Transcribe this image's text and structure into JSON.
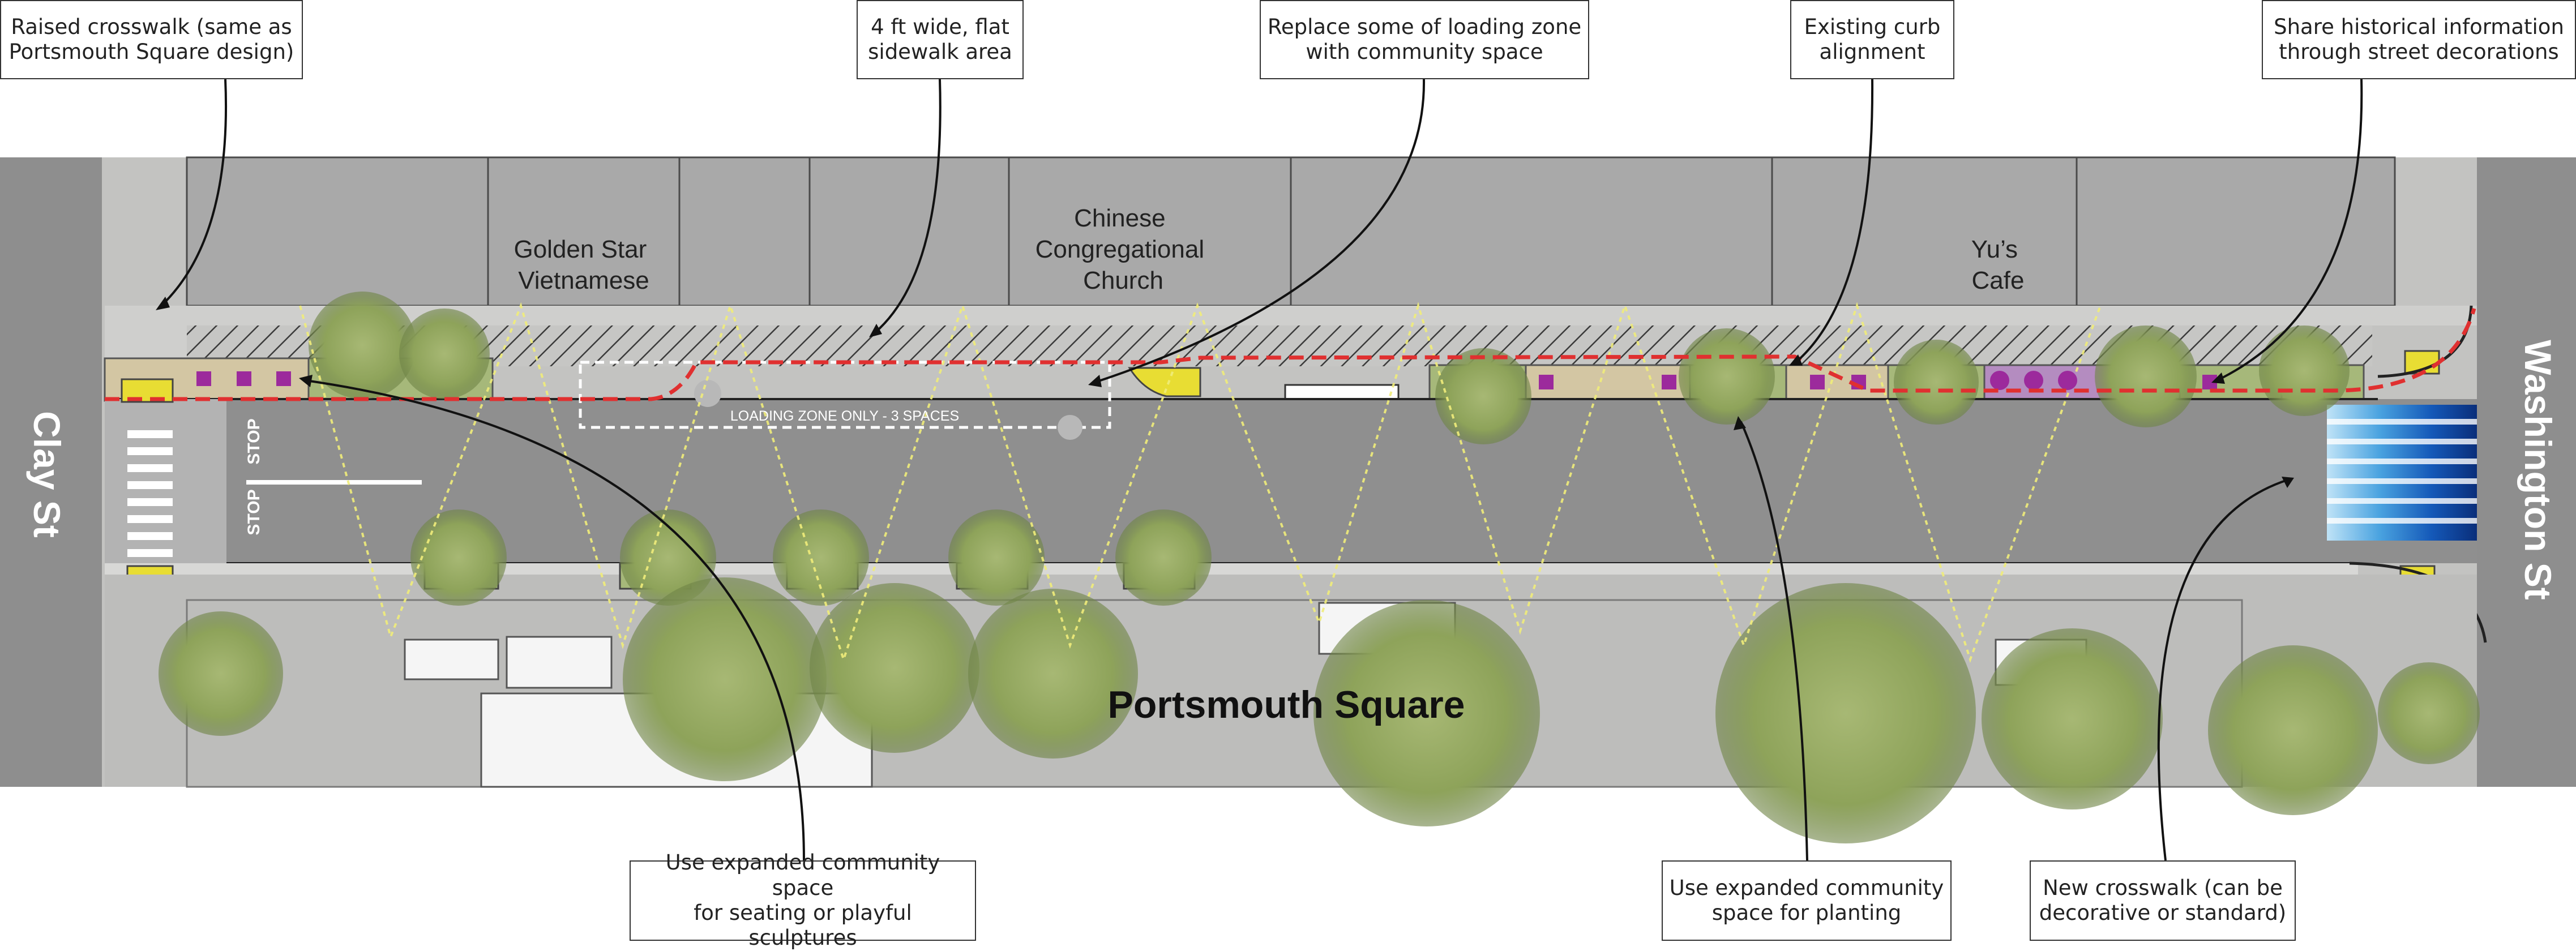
{
  "callouts": {
    "raised_crosswalk": [
      "Raised crosswalk (same as",
      "Portsmouth Square design)"
    ],
    "flat_sidewalk": [
      "4 ft wide, flat",
      "sidewalk area"
    ],
    "loading_zone": [
      "Replace some of loading zone",
      "with community space"
    ],
    "curb_alignment": [
      "Existing curb",
      "alignment"
    ],
    "historical_info": [
      "Share historical information",
      "through street decorations"
    ],
    "seating_space": [
      "Use expanded community space",
      "for seating or playful sculptures"
    ],
    "planting_space": [
      "Use expanded community",
      "space for planting"
    ],
    "new_crosswalk": [
      "New crosswalk (can be",
      "decorative or standard)"
    ]
  },
  "map_labels": {
    "clay_st": "Clay St",
    "washington_st": "Washington St",
    "portsmouth_square": "Portsmouth Square",
    "golden_star": [
      "Golden Star",
      "Vietnamese"
    ],
    "chinese_church": [
      "Chinese",
      "Congregational",
      "Church"
    ],
    "yus_cafe": [
      "Yu’s",
      "Cafe"
    ],
    "loading_zone": "LOADING ZONE ONLY - 3 SPACES",
    "stop": "STOP"
  },
  "colors": {
    "building": "#a8a8a8",
    "street": "#8f8f8f",
    "sidewalk": "#d2d2d0",
    "curb_line": "#e03030",
    "planter": "#a6b87a",
    "tree": "#8fa65a",
    "community_accent": "#9c2a9c",
    "crosswalk_blue": "#1e6fc8",
    "light_projection": "#f0ec7a"
  }
}
